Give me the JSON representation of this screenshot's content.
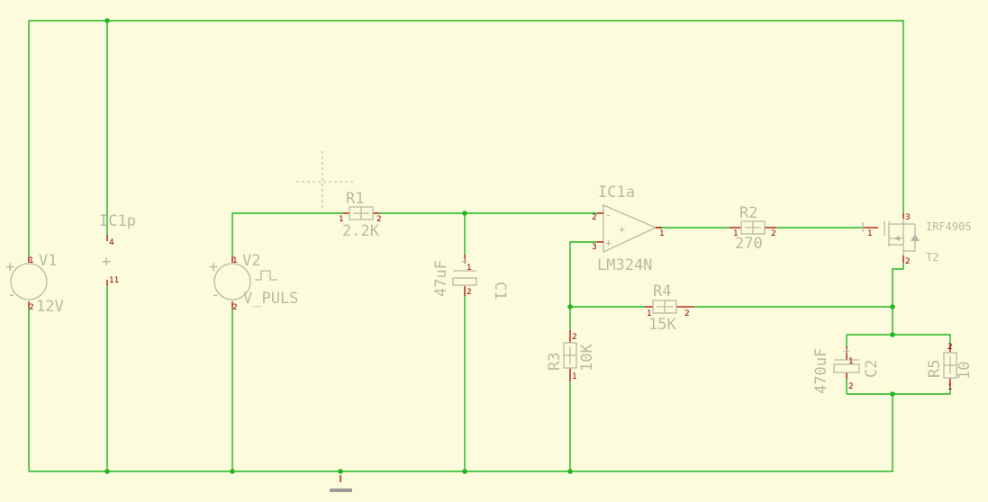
{
  "components": {
    "v1": {
      "name": "V1",
      "value": "12V",
      "pin1": "1",
      "pin2": "2",
      "plus": "+",
      "minus": "-"
    },
    "ic1p": {
      "name": "IC1p",
      "pin_top": "4",
      "pin_bottom": "11",
      "plus": "+"
    },
    "v2": {
      "name": "V2",
      "value": "V_PULS",
      "pin1": "1",
      "pin2": "2",
      "plus": "+",
      "minus": "-"
    },
    "r1": {
      "name": "R1",
      "value": "2.2K",
      "pin1": "1",
      "pin2": "2"
    },
    "c1": {
      "name": "C1",
      "value": "47uF",
      "pin1": "1",
      "pin2": "2",
      "plus": "+"
    },
    "ic1a": {
      "name": "IC1a",
      "part": "LM324N",
      "pin_inv": "2",
      "pin_noninv": "3",
      "pin_out": "1",
      "sign_minus": "-",
      "sign_plus": "+"
    },
    "r2": {
      "name": "R2",
      "value": "270",
      "pin1": "1",
      "pin2": "2"
    },
    "t2": {
      "name": "T2",
      "part": "IRF4905",
      "pin_gate": "1",
      "pin_drain": "3",
      "pin_source": "2"
    },
    "r4": {
      "name": "R4",
      "value": "15K",
      "pin1": "1",
      "pin2": "2"
    },
    "r3": {
      "name": "R3",
      "value": "10K",
      "pin1": "1",
      "pin2": "2"
    },
    "c2": {
      "name": "C2",
      "value": "470uF",
      "pin1": "1",
      "pin2": "2",
      "plus": "+"
    },
    "r5": {
      "name": "R5",
      "value": "10",
      "pin1": "1",
      "pin2": "2"
    }
  },
  "colors": {
    "background": "#fcfcdc",
    "wire": "#22b522",
    "symbol": "#b9b9a6",
    "pin": "#b00000"
  }
}
